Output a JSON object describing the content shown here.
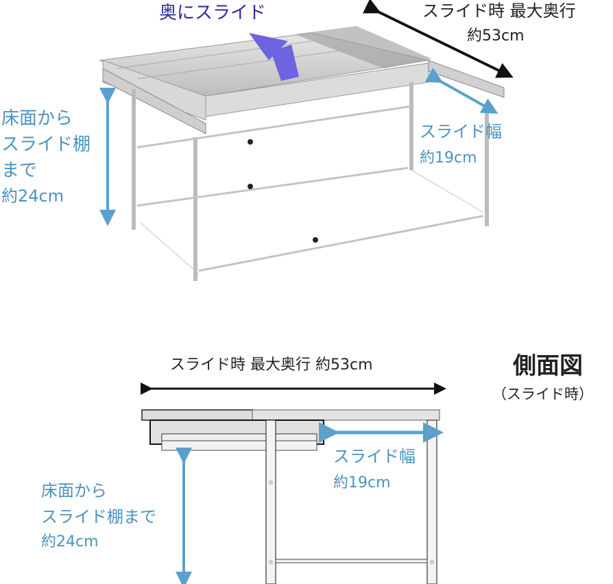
{
  "top_view": {
    "slide_back_label": "奥にスライド",
    "max_depth_label_line1": "スライド時  最大奥行",
    "max_depth_label_line2": "約53cm",
    "slide_width_line1": "スライド幅",
    "slide_width_line2": "約19cm",
    "floor_height_line1": "床面から",
    "floor_height_line2": "スライド棚",
    "floor_height_line3": "まで",
    "floor_height_line4": "約24cm"
  },
  "side_view": {
    "title": "側面図",
    "subtitle": "（スライド時）",
    "max_depth_label": "スライド時  最大奥行  約53cm",
    "slide_width_line1": "スライド幅",
    "slide_width_line2": "約19cm",
    "floor_height_line1": "床面から",
    "floor_height_line2": "スライド棚まで",
    "floor_height_line3": "約24cm"
  },
  "colors": {
    "dimension_blue": "#4a93bf",
    "slide_arrow": "#6f64e0",
    "slide_text": "#2a2aa0",
    "black_arrow": "#111111",
    "metal": "#c9c9c9"
  }
}
